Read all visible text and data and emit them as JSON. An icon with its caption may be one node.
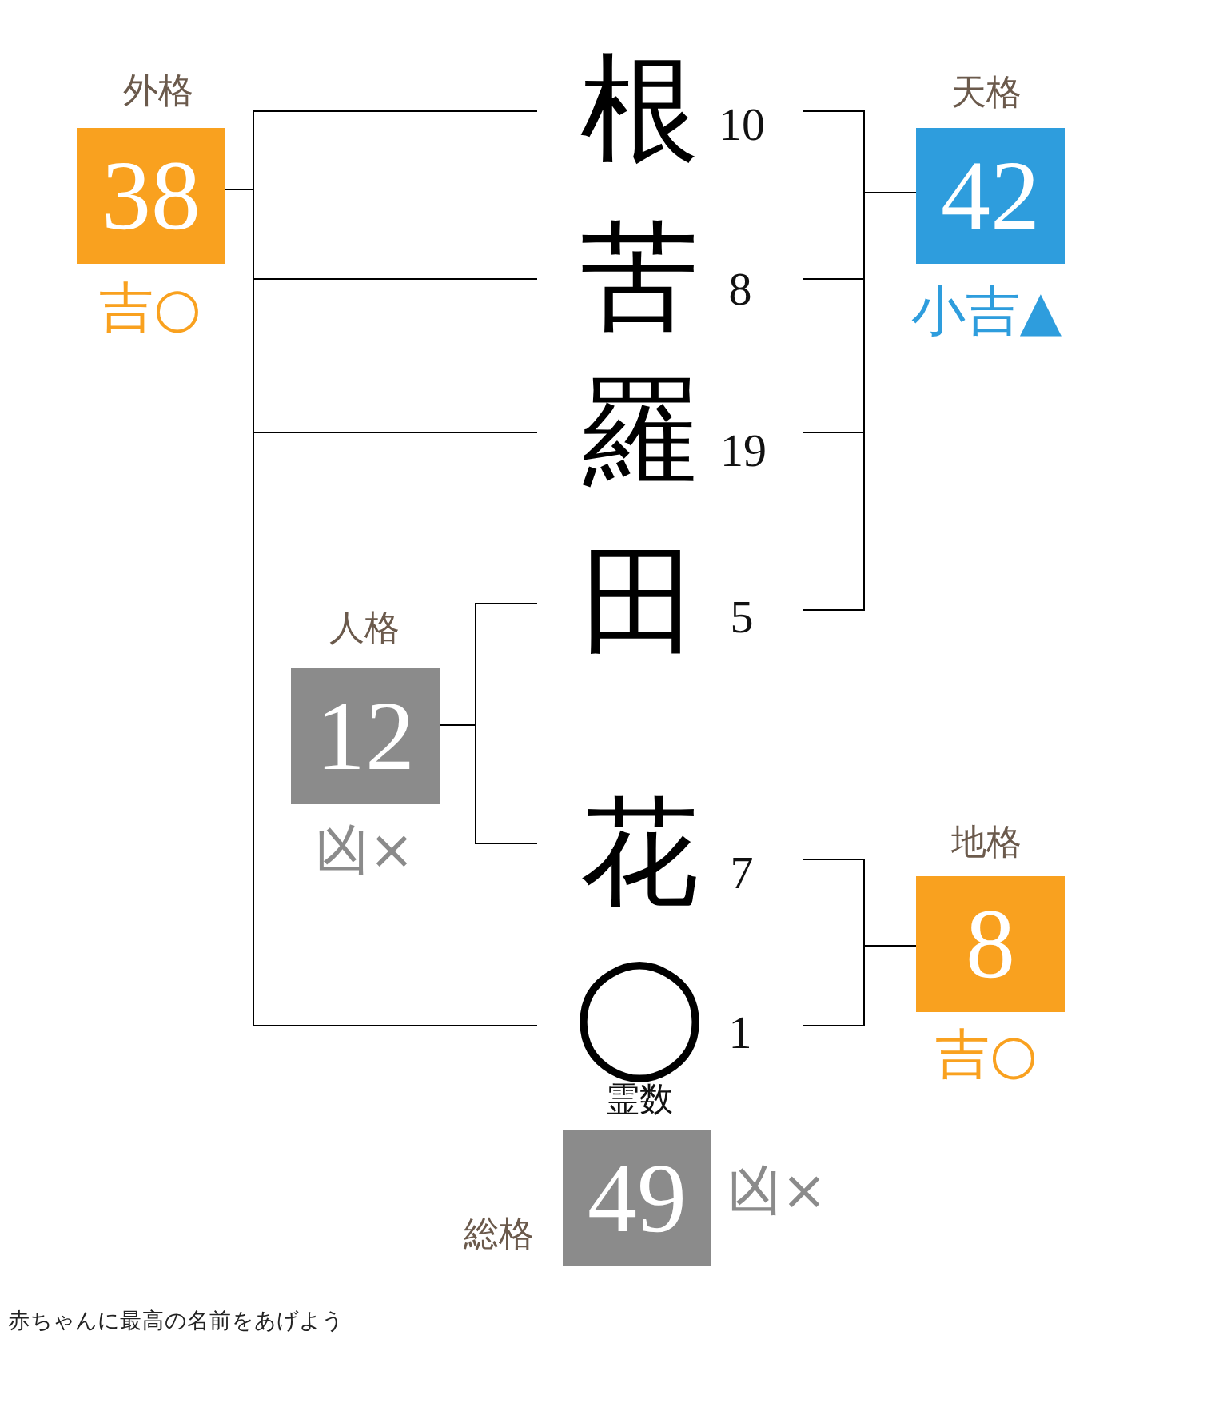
{
  "diagram": {
    "nodes": [
      {
        "text": [
          "外格",
          "38"
        ],
        "beside": [
          "吉○"
        ]
      },
      {
        "text": [
          "根"
        ],
        "beside": [
          "10"
        ]
      },
      {
        "text": [
          "天格",
          "42"
        ],
        "beside": [
          "小吉▲"
        ]
      },
      {
        "text": [
          "苦"
        ],
        "beside": [
          "8"
        ]
      },
      {
        "text": [
          "羅"
        ],
        "beside": [
          "19"
        ]
      },
      {
        "text": [
          "人格",
          "12"
        ],
        "beside": [
          "凶×"
        ]
      },
      {
        "text": [
          "田"
        ],
        "beside": [
          "5"
        ]
      },
      {
        "text": [
          "花"
        ],
        "beside": [
          "7"
        ]
      },
      {
        "text": [
          "地格",
          "8"
        ],
        "beside": [
          "吉○"
        ]
      },
      {
        "text": [
          "◯"
        ],
        "beside": [
          "1",
          "霊数"
        ]
      },
      {
        "text": [
          "総格",
          "49"
        ],
        "beside": [
          "凶×"
        ]
      }
    ],
    "edges": [
      {
        "from": 1,
        "to": 0,
        "arrow": "none"
      },
      {
        "from": 3,
        "to": 0,
        "arrow": "none"
      },
      {
        "from": 4,
        "to": 0,
        "arrow": "none"
      },
      {
        "from": 9,
        "to": 0,
        "arrow": "none"
      },
      {
        "from": 1,
        "to": 2,
        "arrow": "none"
      },
      {
        "from": 3,
        "to": 2,
        "arrow": "none"
      },
      {
        "from": 4,
        "to": 2,
        "arrow": "none"
      },
      {
        "from": 6,
        "to": 2,
        "arrow": "none"
      },
      {
        "from": 6,
        "to": 5,
        "arrow": "none"
      },
      {
        "from": 7,
        "to": 5,
        "arrow": "none"
      },
      {
        "from": 7,
        "to": 8,
        "arrow": "none"
      },
      {
        "from": 9,
        "to": 8,
        "arrow": "none"
      }
    ],
    "labels": [
      "赤ちゃんに最高の名前をあげよう"
    ]
  }
}
